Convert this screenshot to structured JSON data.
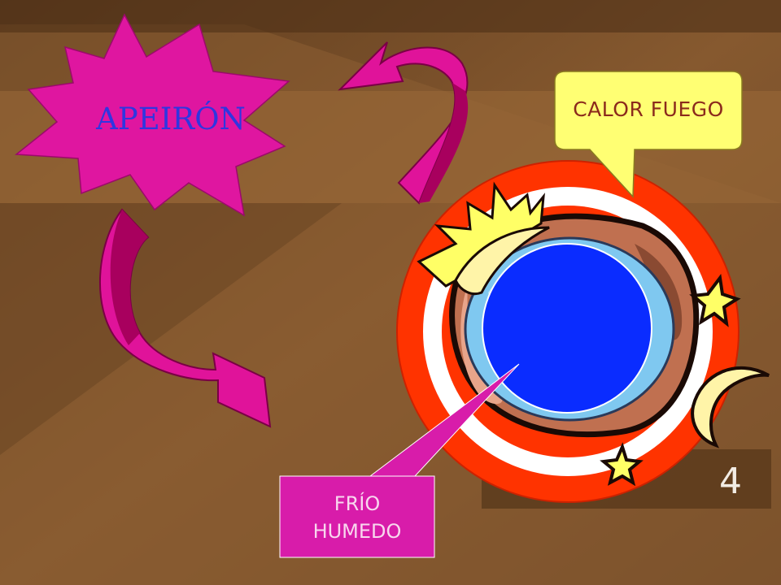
{
  "labels": {
    "apeiron": "APEIRÓN",
    "calor": "CALOR FUEGO",
    "frio_line1": "FRÍO",
    "frio_line2": "HUMEDO"
  },
  "slide_number": "4",
  "icons": [
    "starburst-icon",
    "curved-arrow-icon",
    "speech-bubble-icon",
    "earth-globe-icon",
    "sun-icon",
    "moon-icon",
    "star-icon"
  ],
  "colors": {
    "background": "#7a5230",
    "magenta": "#e0139a",
    "arrow_shade": "#a8005e",
    "red_ring": "#ff3300",
    "yellow_bubble": "#ffff73",
    "blue_sphere": "#0a2cff",
    "apeiron_text": "#2f36e0"
  }
}
